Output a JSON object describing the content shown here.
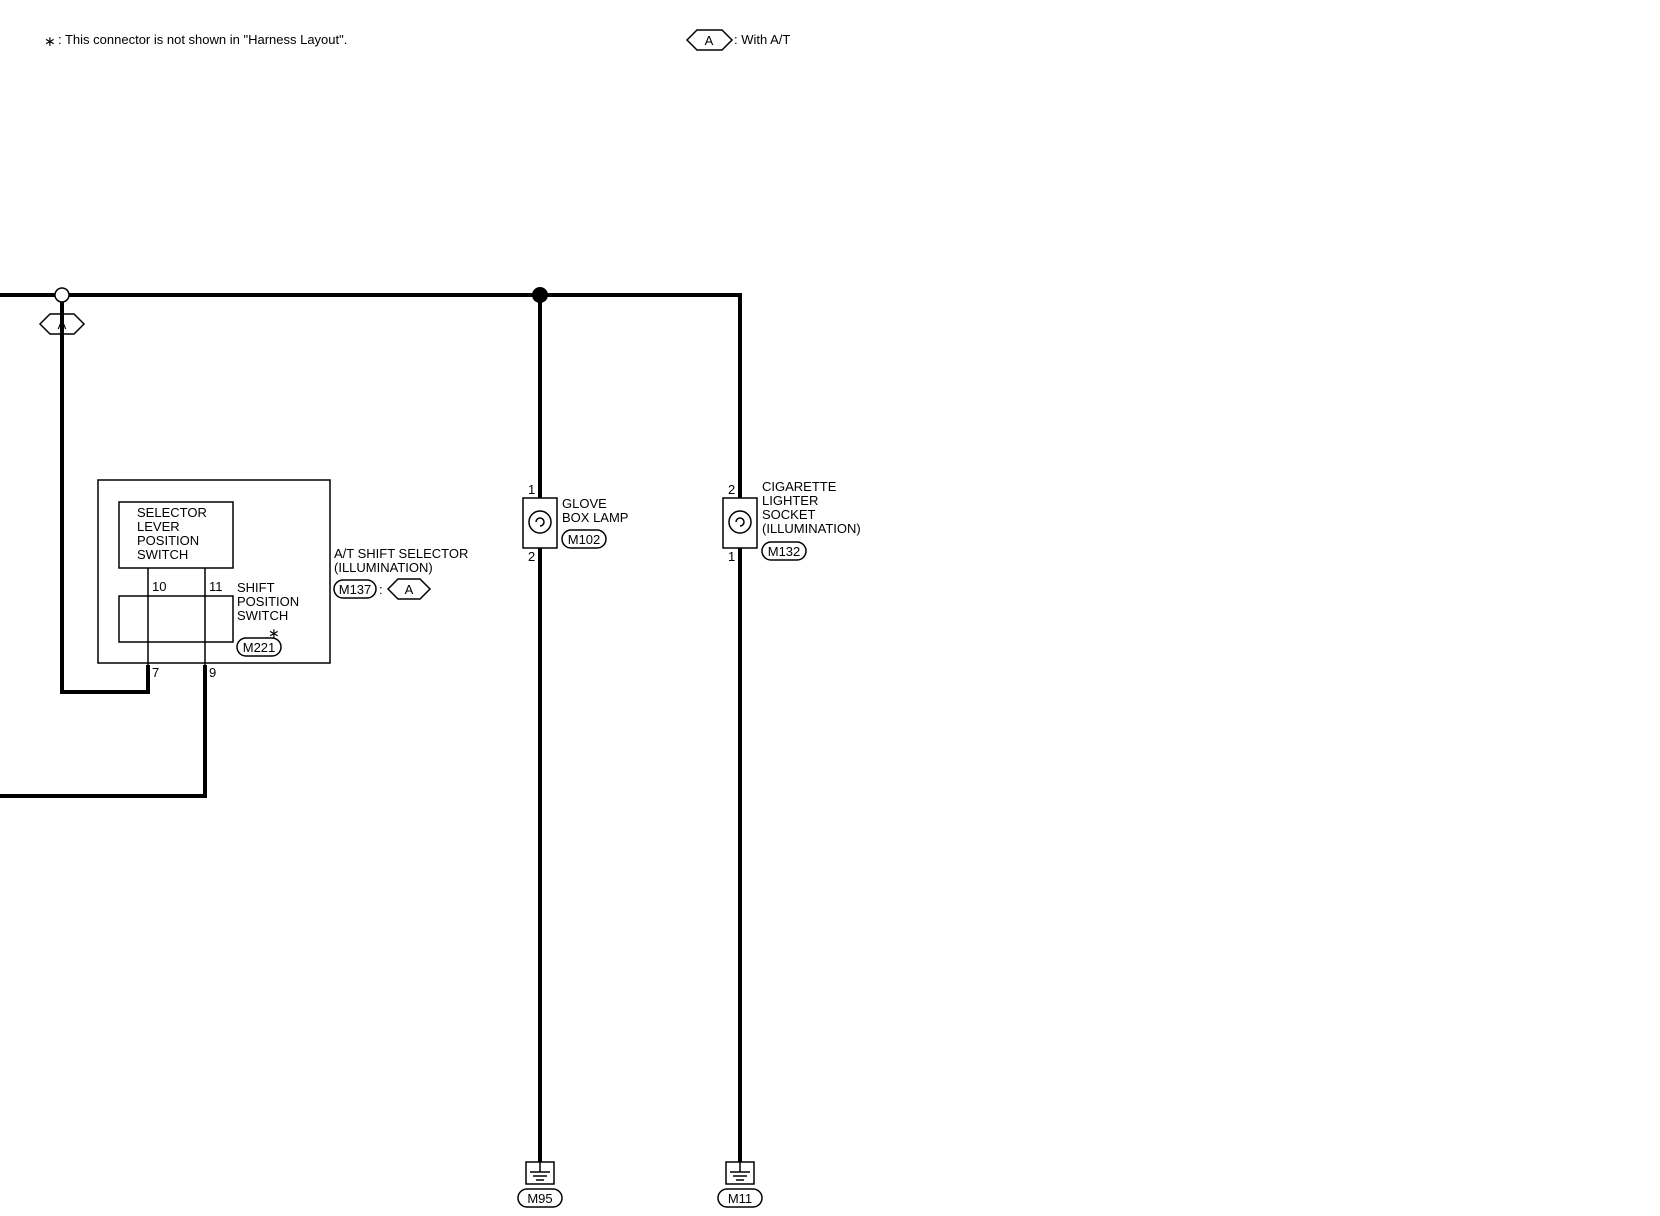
{
  "legend": {
    "star_symbol": "∗",
    "star_note": ": This connector is not shown in \"Harness Layout\".",
    "option_code": "A",
    "option_note": ": With A/T"
  },
  "at_shift_selector": {
    "name_line1": "A/T SHIFT SELECTOR",
    "name_line2": "(ILLUMINATION)",
    "connector": "M137",
    "separator": ":",
    "option_code": "A",
    "selector_switch_lines": [
      "SELECTOR",
      "LEVER",
      "POSITION",
      "SWITCH"
    ],
    "shift_switch_lines": [
      "SHIFT",
      "POSITION",
      "SWITCH"
    ],
    "shift_switch_connector": "M221",
    "shift_switch_star": "∗",
    "pins": {
      "p10": "10",
      "p11": "11",
      "p7": "7",
      "p9": "9"
    }
  },
  "junction_option_code": "A",
  "glove_box_lamp": {
    "name_lines": [
      "GLOVE",
      "BOX LAMP"
    ],
    "connector": "M102",
    "pin_top": "1",
    "pin_bottom": "2"
  },
  "cigarette_lighter": {
    "name_lines": [
      "CIGARETTE",
      "LIGHTER",
      "SOCKET",
      "(ILLUMINATION)"
    ],
    "connector": "M132",
    "pin_top": "2",
    "pin_bottom": "1"
  },
  "grounds": {
    "g1": "M95",
    "g2": "M11"
  }
}
